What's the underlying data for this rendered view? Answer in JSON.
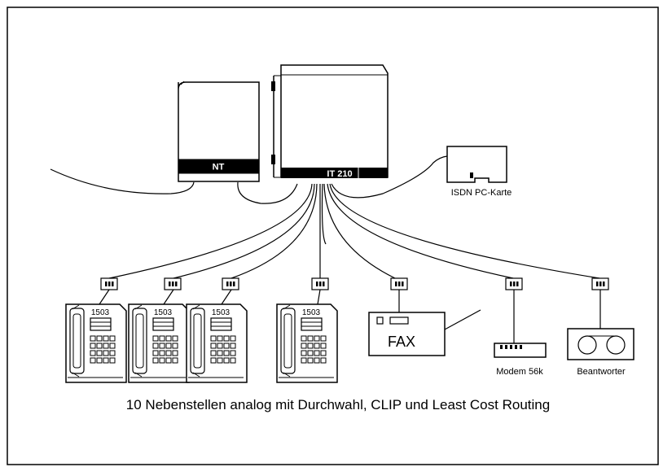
{
  "devices": {
    "nt_label": "NT",
    "pbx_label": "IT 210",
    "isdn_card_label": "ISDN PC-Karte",
    "fax_label": "FAX",
    "modem_label": "Modem 56k",
    "answering_machine_label": "Beantworter"
  },
  "phones": [
    {
      "display": "1503"
    },
    {
      "display": "1503"
    },
    {
      "display": "1503"
    },
    {
      "display": "1503"
    }
  ],
  "caption": "10 Nebenstellen analog mit Durchwahl, CLIP und Least Cost Routing"
}
